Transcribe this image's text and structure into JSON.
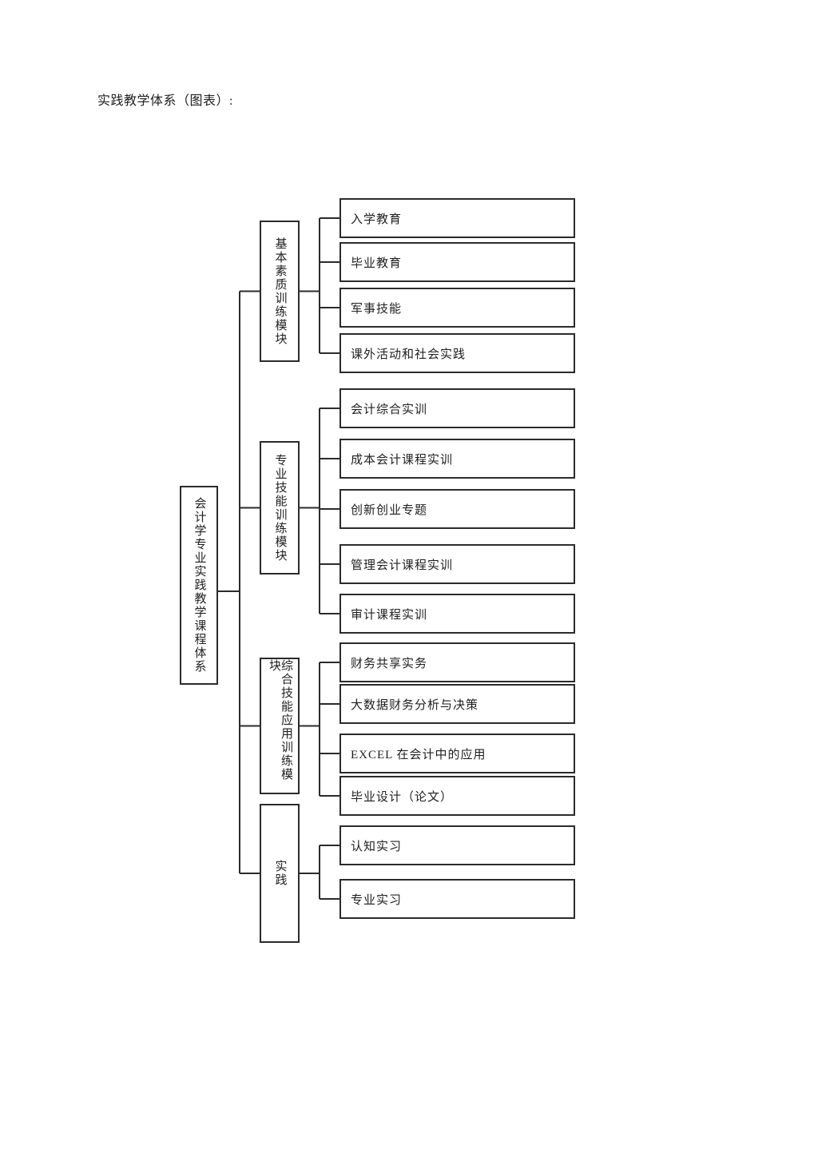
{
  "page_title": "实践教学体系（图表）:",
  "colors": {
    "ink": "#2b2b2b",
    "background": "#ffffff"
  },
  "diagram": {
    "root": "会计学专业实践教学课程体系",
    "modules": [
      {
        "label": "基本素质训练模块",
        "children": [
          "入学教育",
          "毕业教育",
          "军事技能",
          "课外活动和社会实践"
        ]
      },
      {
        "label": "专业技能训练模块",
        "children": [
          "会计综合实训",
          "成本会计课程实训",
          "创新创业专题",
          "管理会计课程实训",
          "审计课程实训"
        ]
      },
      {
        "label": "综合技能应用训练模块",
        "children": [
          "财务共享实务",
          "大数据财务分析与决策",
          "EXCEL 在会计中的应用",
          "毕业设计（论文）"
        ]
      },
      {
        "label": "实践",
        "children": [
          "认知实习",
          "专业实习"
        ]
      }
    ]
  }
}
